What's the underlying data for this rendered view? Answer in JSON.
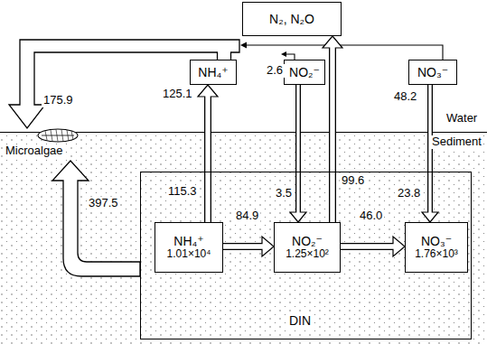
{
  "diagram": {
    "nodes": [
      {
        "text": [
          "N₂, N₂O"
        ]
      },
      {
        "text": [
          "NH₄⁺"
        ]
      },
      {
        "text": [
          "NO₂⁻"
        ]
      },
      {
        "text": [
          "NO₃⁻"
        ]
      },
      {
        "text": [
          "DIN"
        ]
      },
      {
        "text": [
          "NH₄⁺",
          "1.01×10⁴"
        ],
        "in": 4
      },
      {
        "text": [
          "NO₂⁻",
          "1.25×10²"
        ],
        "in": 4
      },
      {
        "text": [
          "NO₃⁻",
          "1.76×10³"
        ],
        "in": 4
      }
    ],
    "edges": [
      {
        "from": 5,
        "to": 1,
        "arrow": "to",
        "label": "115.3"
      },
      {
        "from": 2,
        "to": 6,
        "arrow": "to",
        "label": "3.5"
      },
      {
        "from": 6,
        "to": 0,
        "arrow": "to",
        "label": "99.6"
      },
      {
        "from": 3,
        "to": 7,
        "arrow": "to",
        "label": "23.8"
      },
      {
        "from": 5,
        "to": 6,
        "arrow": "to",
        "label": "84.9"
      },
      {
        "from": 6,
        "to": 7,
        "arrow": "to",
        "label": "46.0"
      }
    ],
    "labels": [
      "175.9",
      "125.1",
      "2.6",
      "48.2",
      "Water",
      "Sediment",
      "Microalgae",
      "397.5"
    ]
  }
}
